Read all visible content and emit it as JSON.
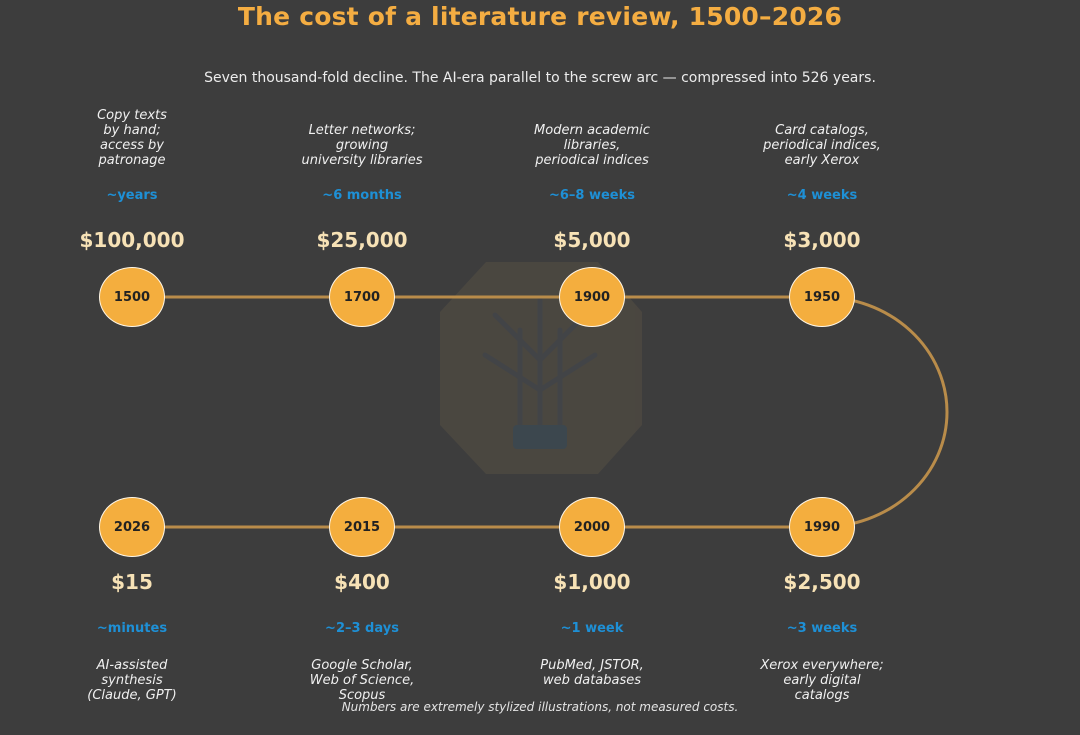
{
  "title": "The cost of a literature review, 1500–2026",
  "subtitle": "Seven thousand-fold decline. The AI-era parallel to the screw arc — compressed into 526 years.",
  "footnote": "Numbers are extremely stylized illustrations, not measured costs.",
  "colors": {
    "background": "#3d3d3d",
    "accent": "#f4ad42",
    "node_fill": "#f4ae3e",
    "track": "#b98c4a",
    "time_text": "#1e90d6",
    "cost_text": "#f7e2b6"
  },
  "top_row": [
    {
      "year": "1500",
      "cost": "$100,000",
      "time": "~years",
      "desc": [
        "Copy texts",
        "by hand;",
        "access by",
        "patronage"
      ]
    },
    {
      "year": "1700",
      "cost": "$25,000",
      "time": "~6 months",
      "desc": [
        "Letter networks;",
        "growing",
        "university libraries"
      ]
    },
    {
      "year": "1900",
      "cost": "$5,000",
      "time": "~6–8 weeks",
      "desc": [
        "Modern academic",
        "libraries,",
        "periodical indices"
      ]
    },
    {
      "year": "1950",
      "cost": "$3,000",
      "time": "~4 weeks",
      "desc": [
        "Card catalogs,",
        "periodical indices,",
        "early Xerox"
      ]
    }
  ],
  "bottom_row": [
    {
      "year": "2026",
      "cost": "$15",
      "time": "~minutes",
      "desc": [
        "AI-assisted",
        "synthesis",
        "(Claude, GPT)"
      ]
    },
    {
      "year": "2015",
      "cost": "$400",
      "time": "~2–3 days",
      "desc": [
        "Google Scholar,",
        "Web of Science,",
        "Scopus"
      ]
    },
    {
      "year": "2000",
      "cost": "$1,000",
      "time": "~1 week",
      "desc": [
        "PubMed, JSTOR,",
        "web databases"
      ]
    },
    {
      "year": "1990",
      "cost": "$2,500",
      "time": "~3 weeks",
      "desc": [
        "Xerox everywhere;",
        "early digital",
        "catalogs"
      ]
    }
  ]
}
